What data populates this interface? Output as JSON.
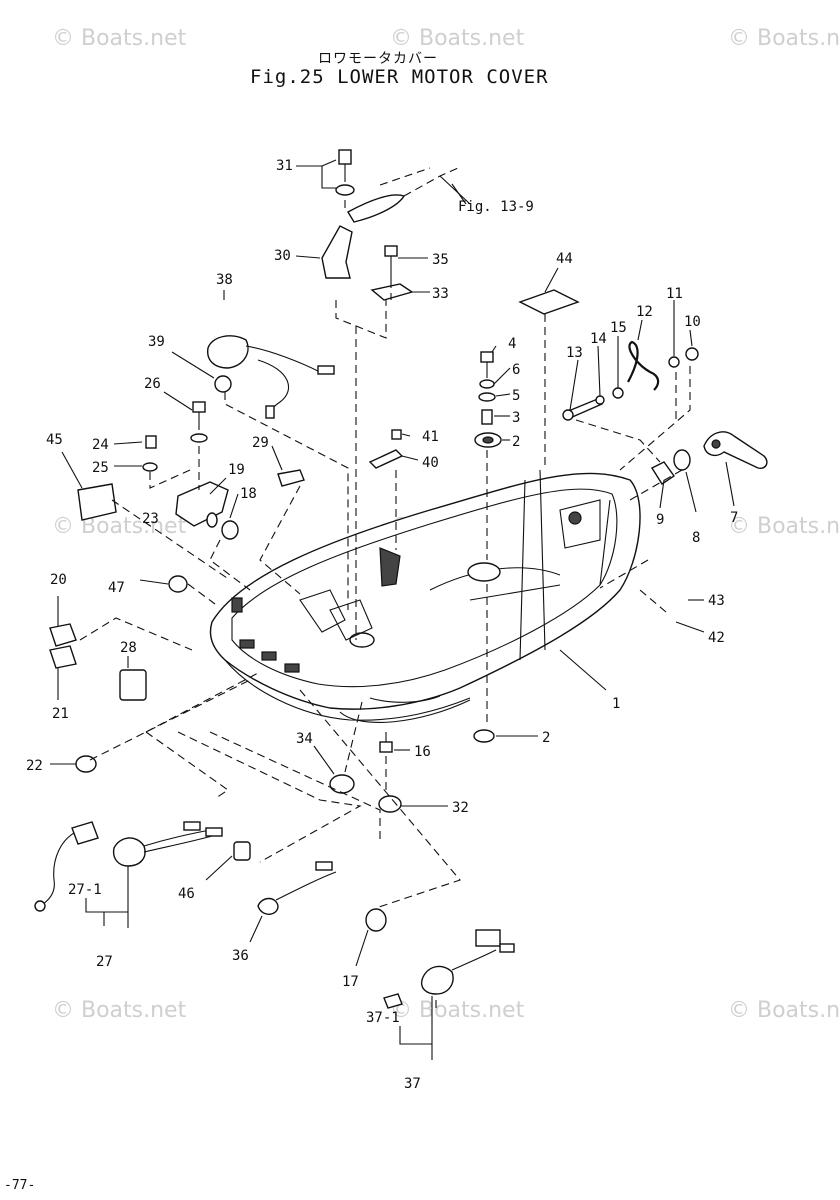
{
  "title": {
    "japanese": "ロワモータカバー",
    "english": "Fig.25 LOWER MOTOR COVER"
  },
  "watermark": "© Boats.net",
  "page_number": "-77-",
  "reference_label": "Fig. 13-9",
  "labels": {
    "p1": "1",
    "p2a": "2",
    "p2b": "2",
    "p3": "3",
    "p4": "4",
    "p5": "5",
    "p6": "6",
    "p7": "7",
    "p8": "8",
    "p9": "9",
    "p10": "10",
    "p11": "11",
    "p12": "12",
    "p13": "13",
    "p14": "14",
    "p15": "15",
    "p16": "16",
    "p17": "17",
    "p18": "18",
    "p19": "19",
    "p20": "20",
    "p21": "21",
    "p22": "22",
    "p23": "23",
    "p24": "24",
    "p25": "25",
    "p26": "26",
    "p27": "27",
    "p27_1": "27-1",
    "p28": "28",
    "p29": "29",
    "p30": "30",
    "p31": "31",
    "p32": "32",
    "p33": "33",
    "p34": "34",
    "p35": "35",
    "p36": "36",
    "p37": "37",
    "p37_1": "37-1",
    "p38": "38",
    "p39": "39",
    "p40": "40",
    "p41": "41",
    "p42": "42",
    "p43": "43",
    "p44": "44",
    "p45": "45",
    "p46": "46",
    "p47": "47"
  }
}
